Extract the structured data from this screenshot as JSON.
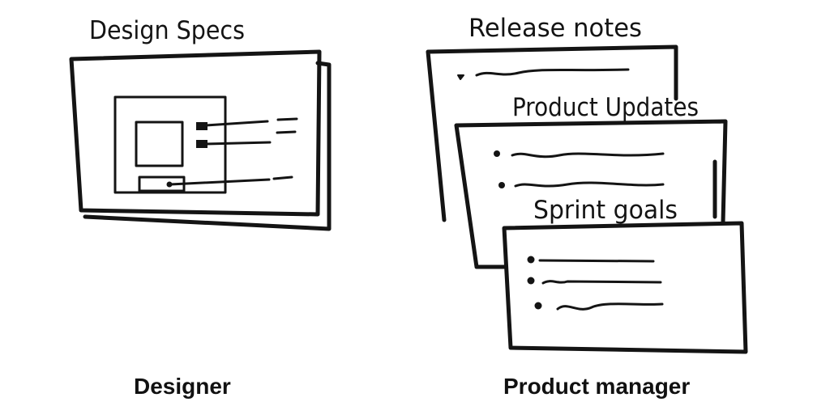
{
  "labels": {
    "design_specs": "Design Specs",
    "release_notes": "Release notes",
    "product_updates": "Product Updates",
    "sprint_goals": "Sprint goals"
  },
  "roles": {
    "designer": "Designer",
    "product_manager": "Product manager"
  },
  "colors": {
    "ink": "#141414",
    "background": "#ffffff"
  }
}
